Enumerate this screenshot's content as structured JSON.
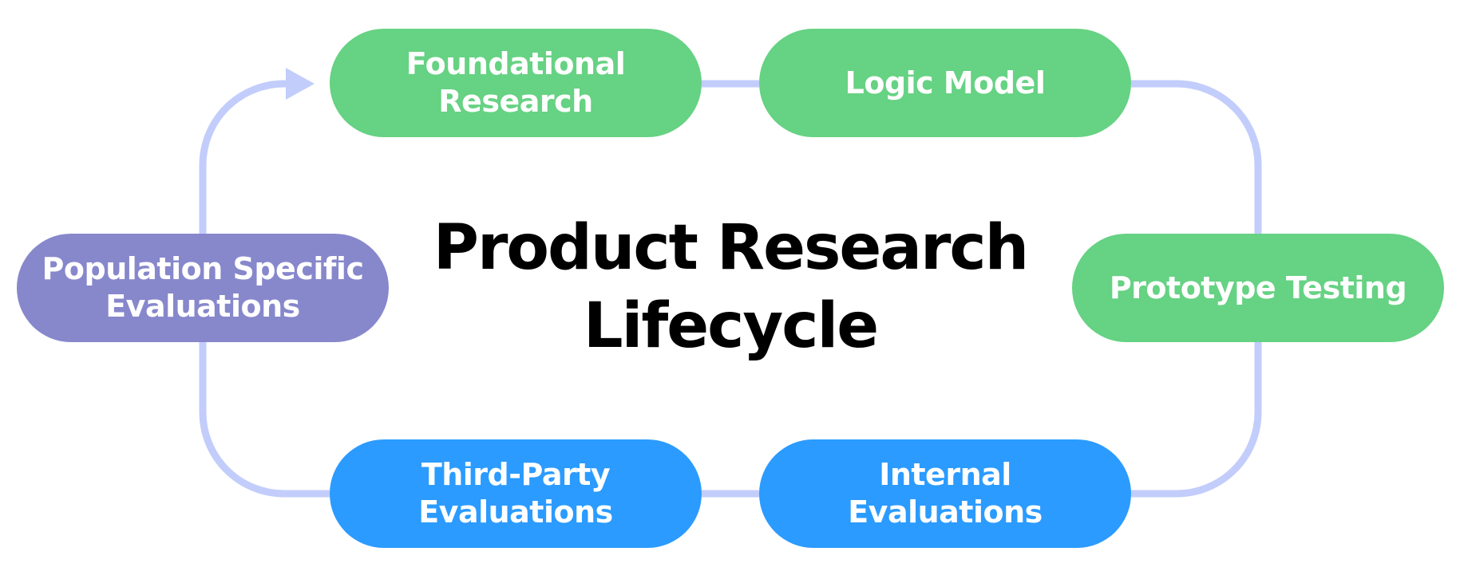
{
  "title": "Product Research\nLifecycle",
  "colors": {
    "research_stage": "#66d283",
    "evaluation_stage": "#2b9bff",
    "population_stage": "#8787cc",
    "connector": "#c2cdfb",
    "title_text": "#000000",
    "node_text": "#ffffff"
  },
  "nodes": [
    {
      "id": "foundational",
      "label": "Foundational\nResearch"
    },
    {
      "id": "logic",
      "label": "Logic Model"
    },
    {
      "id": "prototype",
      "label": "Prototype Testing"
    },
    {
      "id": "internal",
      "label": "Internal Evaluations"
    },
    {
      "id": "thirdparty",
      "label": "Third-Party\nEvaluations"
    },
    {
      "id": "population",
      "label": "Population Specific\nEvaluations"
    }
  ],
  "connector_icons": [
    "arrow-head-icon"
  ]
}
